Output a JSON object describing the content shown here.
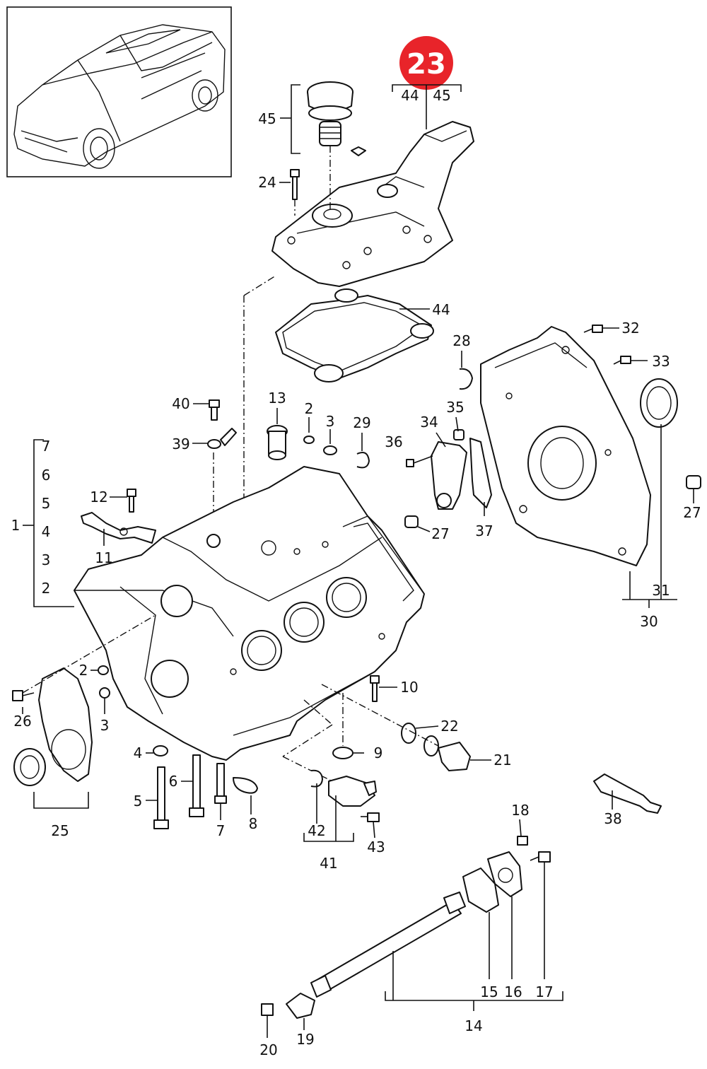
{
  "badge": {
    "number": "23",
    "color": "#e8242a"
  },
  "labels": {
    "n1": "1",
    "n2a": "2",
    "n3a": "3",
    "n4a": "4",
    "n5a": "5",
    "n6": "6",
    "n7a": "7",
    "n2b": "2",
    "n3b": "3",
    "n4b": "4",
    "n5b": "5",
    "n6b": "6",
    "n7b": "7",
    "n2c": "2",
    "n3c": "3",
    "n8": "8",
    "n9": "9",
    "n10": "10",
    "n11": "11",
    "n12": "12",
    "n13": "13",
    "n14": "14",
    "n15": "15",
    "n16": "16",
    "n17": "17",
    "n18": "18",
    "n19": "19",
    "n20": "20",
    "n21": "21",
    "n22": "22",
    "n24": "24",
    "n25": "25",
    "n26": "26",
    "n27a": "27",
    "n27b": "27",
    "n28": "28",
    "n29": "29",
    "n30": "30",
    "n31": "31",
    "n32": "32",
    "n33": "33",
    "n34": "34",
    "n35": "35",
    "n36": "36",
    "n37": "37",
    "n38": "38",
    "n39": "39",
    "n40": "40",
    "n41": "41",
    "n42": "42",
    "n43": "43",
    "n44a": "44",
    "n45a": "45",
    "n44b": "44",
    "n45b": "45"
  }
}
